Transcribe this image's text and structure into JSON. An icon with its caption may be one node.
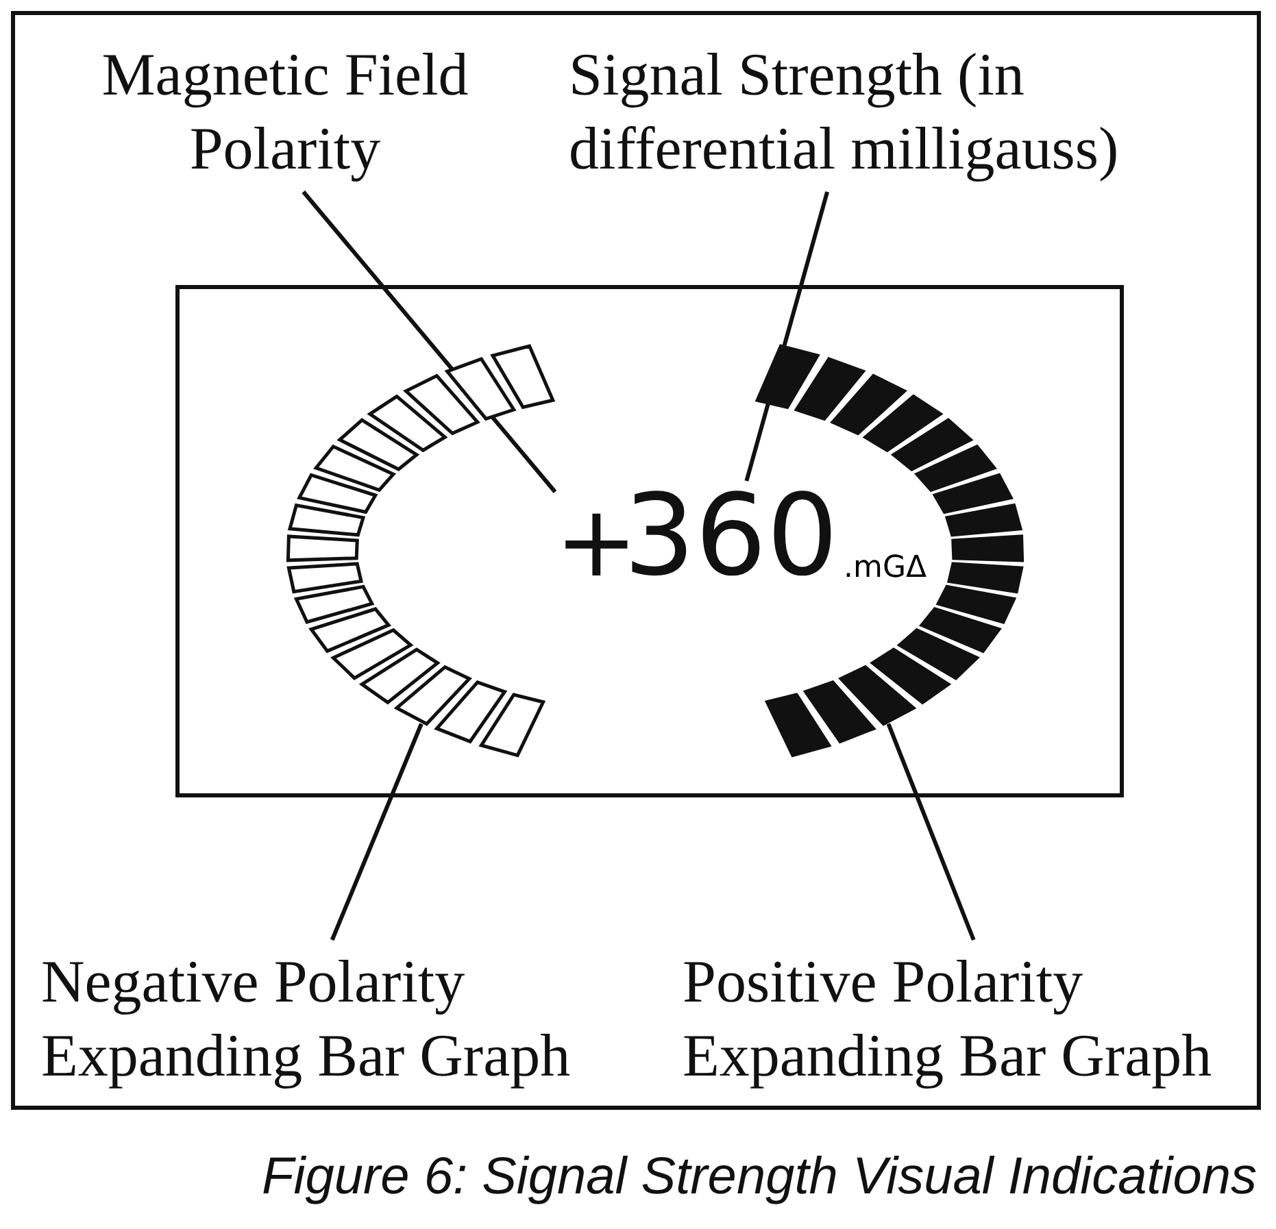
{
  "diagram": {
    "caption": "Figure 6: Signal Strength Visual Indications",
    "nodes": [
      {
        "text": [
          "Magnetic Field Polarity"
        ]
      },
      {
        "text": [
          "Signal Strength (in differential milligauss)"
        ]
      },
      {
        "text": [],
        "shape": "box"
      },
      {
        "text": [
          "+"
        ],
        "in": 2
      },
      {
        "text": [
          "360"
        ],
        "in": 2,
        "beside": [
          ".mGΔ"
        ]
      },
      {
        "text": [],
        "shape": "arc",
        "in": 2
      },
      {
        "text": [],
        "shape": "arc",
        "in": 2
      },
      {
        "text": [
          "Negative Polarity Expanding Bar Graph"
        ]
      },
      {
        "text": [
          "Positive Polarity Expanding Bar Graph"
        ]
      }
    ],
    "edges": [
      {
        "from": 0,
        "to": 3,
        "arrow": "none"
      },
      {
        "from": 1,
        "to": 4,
        "arrow": "none"
      },
      {
        "from": 7,
        "to": 5,
        "arrow": "none"
      },
      {
        "from": 8,
        "to": 6,
        "arrow": "none"
      }
    ]
  }
}
